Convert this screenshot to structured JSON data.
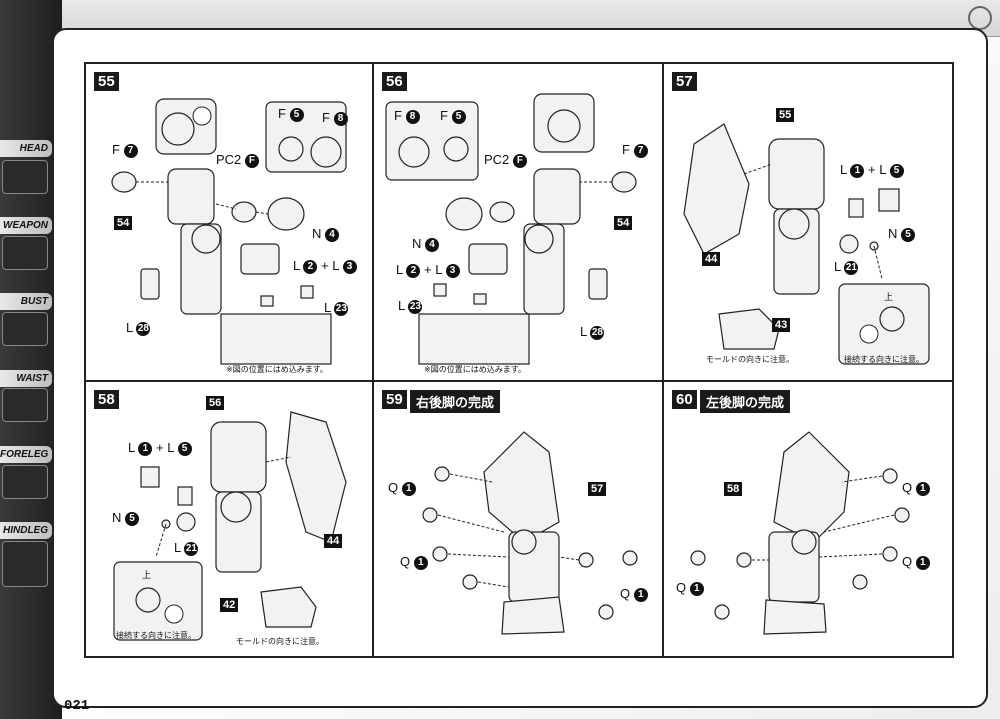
{
  "page_number": "021",
  "side_nav": [
    {
      "label": "HEAD"
    },
    {
      "label": "WEAPON"
    },
    {
      "label": "BUST"
    },
    {
      "label": "WAIST"
    },
    {
      "label": "FORELEG"
    },
    {
      "label": "HINDLEG"
    }
  ],
  "steps": {
    "s55": {
      "number": "55",
      "labels": {
        "f7": "F",
        "f7n": "7",
        "pc2": "PC2",
        "pc2n": "F",
        "f5": "F",
        "f5n": "5",
        "f8": "F",
        "f8n": "8",
        "n": "N",
        "nn": "4",
        "l2": "L",
        "l2n": "2",
        "plus": "+ L",
        "l3n": "3",
        "l28": "L",
        "l28n": "28"
      },
      "parts": {
        "p54": "54",
        "p23": "23"
      },
      "note": "※図の位置にはめ込みます。"
    },
    "s56": {
      "number": "56",
      "labels": {
        "f8": "F",
        "f8n": "8",
        "f5": "F",
        "f5n": "5",
        "pc2": "PC2",
        "pc2n": "F",
        "f7": "F",
        "f7n": "7",
        "n": "N",
        "nn": "4",
        "l2": "L",
        "l2n": "2",
        "plus": "+ L",
        "l3n": "3",
        "l23": "L",
        "l23n": "23",
        "l28": "L",
        "l28n": "28"
      },
      "parts": {
        "p54": "54"
      },
      "note": "※図の位置にはめ込みます。"
    },
    "s57": {
      "number": "57",
      "labels": {
        "l1": "L",
        "l1n": "1",
        "plus": "+ L",
        "l5n": "5",
        "n": "N",
        "nn": "5",
        "l21": "L",
        "l21n": "21"
      },
      "parts": {
        "p55": "55",
        "p44": "44",
        "p43": "43"
      },
      "note_mold": "モールドの向きに注意。",
      "note_connect": "接続する向きに注意。",
      "up": "上"
    },
    "s58": {
      "number": "58",
      "labels": {
        "l1": "L",
        "l1n": "1",
        "plus": "+ L",
        "l5n": "5",
        "n": "N",
        "nn": "5",
        "l21": "L",
        "l21n": "21"
      },
      "parts": {
        "p56": "56",
        "p44": "44",
        "p42": "42"
      },
      "note_mold": "モールドの向きに注意。",
      "note_connect": "接続する向きに注意。",
      "up": "上"
    },
    "s59": {
      "number": "59",
      "title": "右後脚の完成",
      "labels": {
        "q1a": "Q",
        "q1an": "1",
        "q1b": "Q",
        "q1bn": "1",
        "q1c": "Q",
        "q1cn": "1"
      },
      "parts": {
        "p57": "57"
      }
    },
    "s60": {
      "number": "60",
      "title": "左後脚の完成",
      "labels": {
        "q1a": "Q",
        "q1an": "1",
        "q1b": "Q",
        "q1bn": "1",
        "q1c": "Q",
        "q1cn": "1"
      },
      "parts": {
        "p58": "58"
      }
    }
  }
}
